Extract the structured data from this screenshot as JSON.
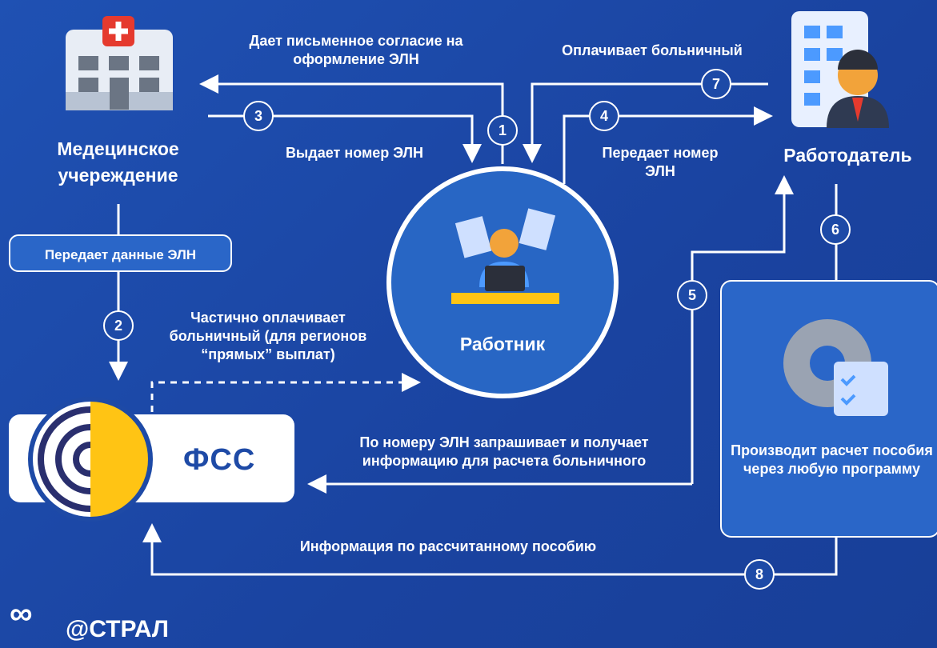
{
  "nodes": {
    "hospital": "Медецинское учереждение",
    "employer": "Работодатель",
    "worker": "Работник",
    "fss": "ФСС",
    "calc": "Производит расчет пособия через любую программу"
  },
  "labels": {
    "consent": "Дает письменное согласие на оформление ЭЛН",
    "pays": "Оплачивает больничный",
    "issues": "Выдает номер ЭЛН",
    "passes": "Передает номер ЭЛН",
    "data": "Передает данные ЭЛН",
    "partial": "Частично оплачивает больничный (для регионов “прямых” выплат)",
    "request": "По номеру ЭЛН запрашивает и получает информацию для расчета больничного",
    "info": "Информация по рассчитанному пособию"
  },
  "steps": [
    "1",
    "2",
    "3",
    "4",
    "5",
    "6",
    "7",
    "8"
  ],
  "logo": "@СТРАЛ"
}
